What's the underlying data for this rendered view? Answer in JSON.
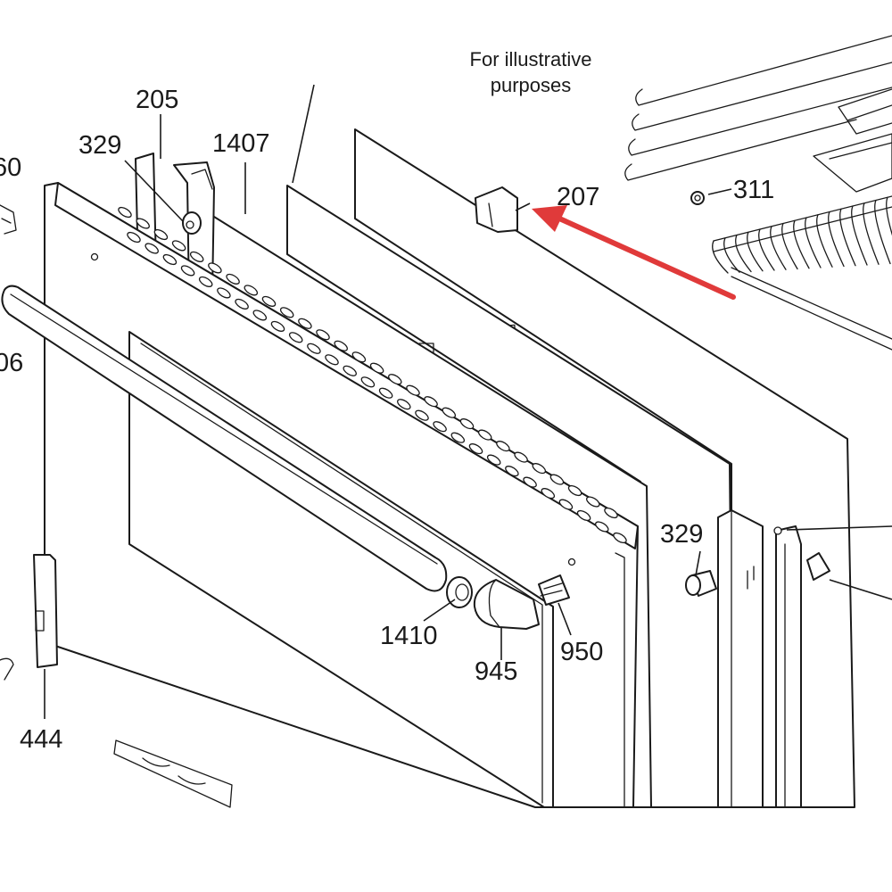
{
  "note": {
    "line1": "For illustrative",
    "line2": "purposes"
  },
  "arrow_color": "#e03a3a",
  "callouts": {
    "c205": "205",
    "c329_top": "329",
    "c1407": "1407",
    "c60_partial": "60",
    "c06_partial": "06",
    "c207": "207",
    "c311": "311",
    "c329_right": "329",
    "c1410": "1410",
    "c945": "945",
    "c950": "950",
    "c444": "444"
  }
}
